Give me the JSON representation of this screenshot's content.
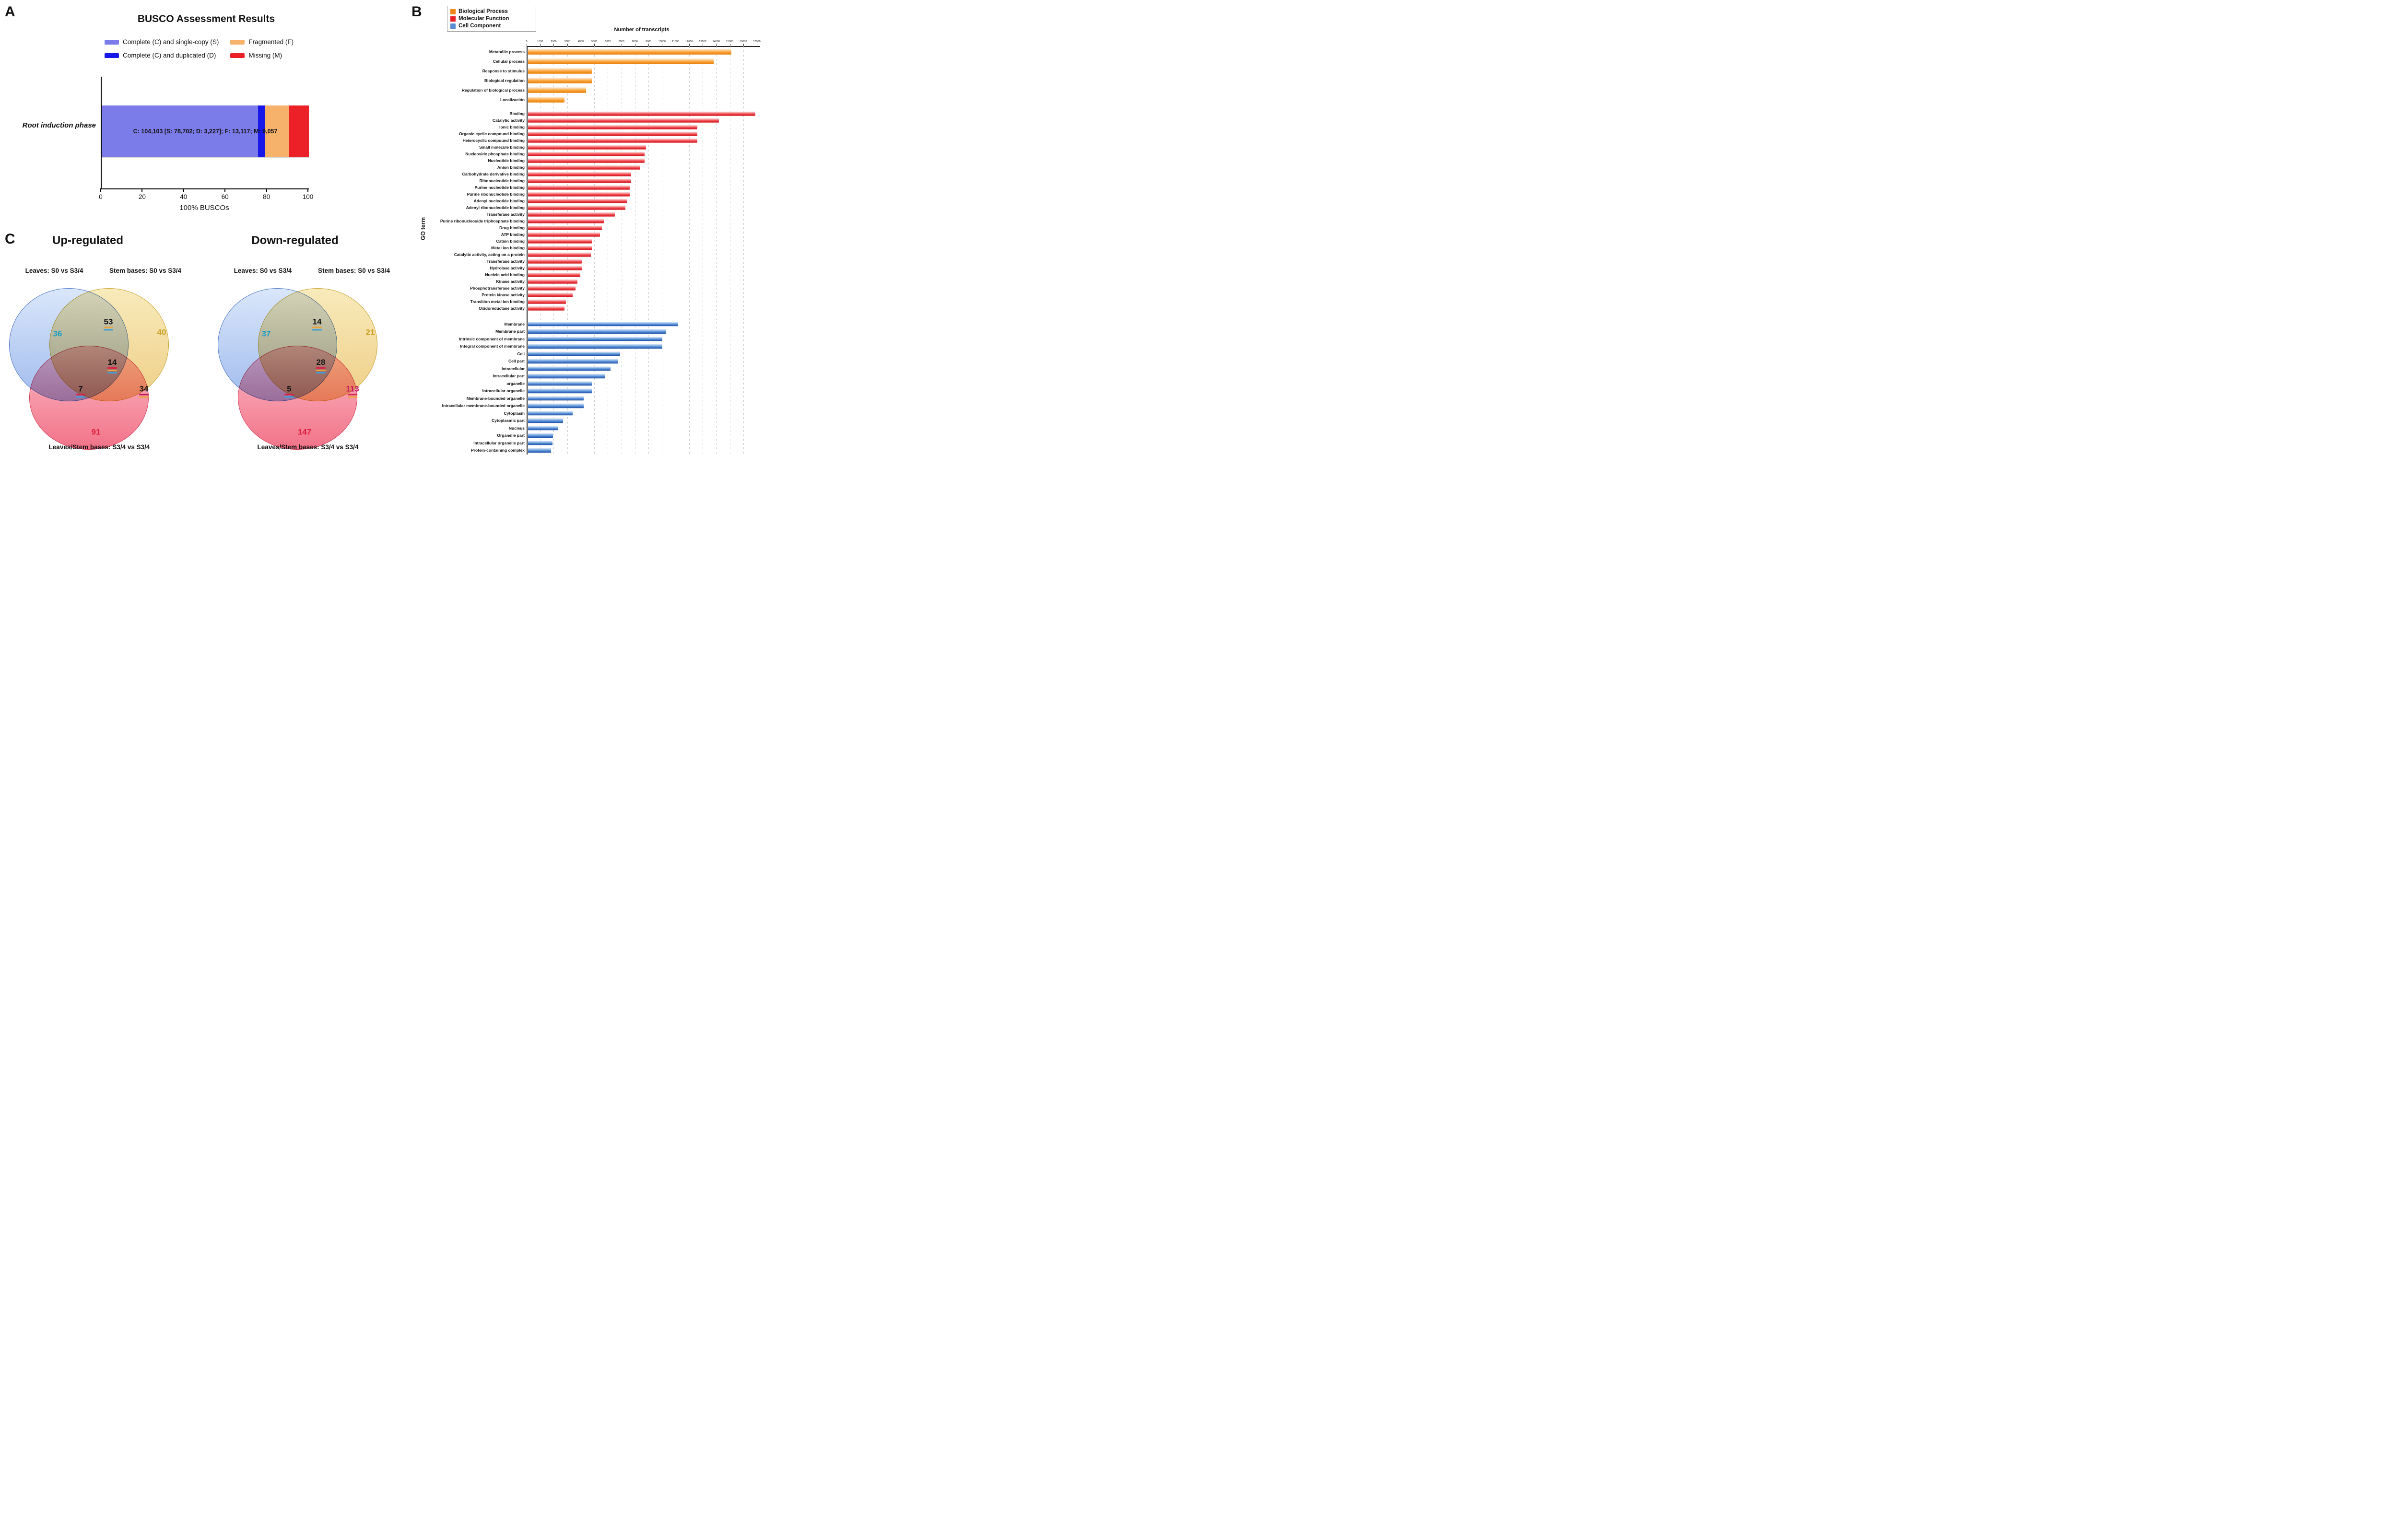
{
  "panels": {
    "a_label": "A",
    "b_label": "B",
    "c_label": "C"
  },
  "chart_data": [
    {
      "type": "bar",
      "id": "busco",
      "orientation": "horizontal",
      "stacked": true,
      "title": "BUSCO Assessment Results",
      "legend": [
        {
          "label": "Complete (C) and single-copy (S)",
          "color": "#7b7ce9"
        },
        {
          "label": "Complete (C) and duplicated (D)",
          "color": "#1717e8"
        },
        {
          "label": "Fragmented (F)",
          "color": "#f6b26b"
        },
        {
          "label": "Missing (M)",
          "color": "#ec2027"
        }
      ],
      "categories": [
        "Root induction phase"
      ],
      "segments": [
        {
          "name": "Complete (C) and single-copy (S)",
          "pct": 75.5,
          "color": "#7b7ce9"
        },
        {
          "name": "Complete (C) and duplicated (D)",
          "pct": 3.2,
          "color": "#1717e8"
        },
        {
          "name": "Fragmented (F)",
          "pct": 11.7,
          "color": "#f6b26b"
        },
        {
          "name": "Missing (M)",
          "pct": 9.6,
          "color": "#ec2027"
        }
      ],
      "counts": {
        "C": "104,103",
        "S": "78,702",
        "D": "3,227",
        "F": "13,117",
        "M": "9,057"
      },
      "bar_annotation": "C: 104,103 [S: 78,702; D: 3,227]; F: 13,117; M: 9,057",
      "xlabel": "100% BUSCOs",
      "xticks": [
        0,
        20,
        40,
        60,
        80,
        100
      ],
      "xlim": [
        0,
        100
      ]
    },
    {
      "type": "bar",
      "id": "go-terms",
      "orientation": "horizontal",
      "xlabel_top": "Number of transcripts",
      "ylabel": "GO term",
      "xlim": [
        0,
        17000
      ],
      "xticks": [
        "0",
        "1000",
        "2000",
        "3000",
        "4000",
        "5000",
        "6000",
        "7000",
        "8000",
        "9000",
        "10000",
        "11000",
        "12000",
        "13000",
        "14000",
        "15000",
        "16000",
        "17000"
      ],
      "grid": "dashed-vertical",
      "legend_position": "top-left",
      "groups": [
        {
          "name": "Biological Process",
          "color": "#f08519",
          "bar_gradient": [
            "#fdf2e0",
            "#f9a33c",
            "#e87e04"
          ],
          "items": [
            {
              "label": "Metabólic process",
              "value": 15000
            },
            {
              "label": "Cellular process",
              "value": 13700
            },
            {
              "label": "Response to stimulus",
              "value": 4700
            },
            {
              "label": "Biological regulation",
              "value": 4700
            },
            {
              "label": "Regulation of biological process",
              "value": 4300
            },
            {
              "label": "Localización",
              "value": 2700
            }
          ]
        },
        {
          "name": "Molecular Function",
          "color": "#e62129",
          "bar_gradient": [
            "#fde7e7",
            "#f04a50",
            "#ce0f16"
          ],
          "items": [
            {
              "label": "Binding",
              "value": 16800
            },
            {
              "label": "Catalytic activity",
              "value": 14100
            },
            {
              "label": "Ionic binding",
              "value": 12500
            },
            {
              "label": "Organic cyclic compound binding",
              "value": 12500
            },
            {
              "label": "Heterocyclic compound binding",
              "value": 12500
            },
            {
              "label": "Small molecule binding",
              "value": 8700
            },
            {
              "label": "Nucleoside phosphate binding",
              "value": 8600
            },
            {
              "label": "Nucleotide binding",
              "value": 8600
            },
            {
              "label": "Anion binding",
              "value": 8300
            },
            {
              "label": "Carbohydrate derivative binding",
              "value": 7600
            },
            {
              "label": "Ribonucleotide binding",
              "value": 7600
            },
            {
              "label": "Purine nucleotide binding",
              "value": 7500
            },
            {
              "label": "Purine ribonucleotide binding",
              "value": 7500
            },
            {
              "label": "Adenyl nucleotide binding",
              "value": 7300
            },
            {
              "label": "Adenyl ribonucleotide binding",
              "value": 7200
            },
            {
              "label": "Transferase activity",
              "value": 6400
            },
            {
              "label": "Purine ribonucleoside triphosphate binding",
              "value": 5600
            },
            {
              "label": "Drug binding",
              "value": 5450
            },
            {
              "label": "ATP binding",
              "value": 5300
            },
            {
              "label": "Cation binding",
              "value": 4700
            },
            {
              "label": "Metal ion binding",
              "value": 4700
            },
            {
              "label": "Catalytic activity, acting on a protein",
              "value": 4650
            },
            {
              "label": "Transferase activity",
              "value": 3950
            },
            {
              "label": "Hydrolase activity",
              "value": 3950
            },
            {
              "label": "Nucleic acid binding",
              "value": 3850
            },
            {
              "label": "Kinase activity",
              "value": 3650
            },
            {
              "label": "Phosphotransferase activity",
              "value": 3500
            },
            {
              "label": "Protein kinase activity",
              "value": 3300
            },
            {
              "label": "Transition metal ion binding",
              "value": 2800
            },
            {
              "label": "Oxidoreductase activity",
              "value": 2700
            }
          ]
        },
        {
          "name": "Cell Component",
          "color": "#5b8bd0",
          "bar_gradient": [
            "#eaf2fc",
            "#5b93d8",
            "#1f4fa8"
          ],
          "items": [
            {
              "label": "Membrane",
              "value": 11100
            },
            {
              "label": "Membrane part",
              "value": 10200
            },
            {
              "label": "Intrinsic component of membrane",
              "value": 9900
            },
            {
              "label": "Integral component of membrane",
              "value": 9900
            },
            {
              "label": "Cell",
              "value": 6800
            },
            {
              "label": "Cell part",
              "value": 6650
            },
            {
              "label": "Intracellular",
              "value": 6100
            },
            {
              "label": "Intracellular part",
              "value": 5700
            },
            {
              "label": "organelle",
              "value": 4700
            },
            {
              "label": "Intracellular organelle",
              "value": 4700
            },
            {
              "label": "Membrane-bounded organelle",
              "value": 4100
            },
            {
              "label": "Intracellular membrane-bounded organelle",
              "value": 4100
            },
            {
              "label": "Cytoplasm",
              "value": 3300
            },
            {
              "label": "Cytoplasmic part",
              "value": 2600
            },
            {
              "label": "Nucleus",
              "value": 2200
            },
            {
              "label": "Organelle part",
              "value": 1850
            },
            {
              "label": "Intracellular organelle part",
              "value": 1800
            },
            {
              "label": "Protein-containing complex",
              "value": 1700
            }
          ]
        }
      ]
    },
    {
      "type": "venn",
      "id": "venn-up",
      "title": "Up-regulated",
      "set_labels": {
        "left": "Leaves: S0 vs S3/4",
        "right": "Stem bases: S0 vs S3/4",
        "bottom": "Leaves/Stem bases: S3/4 vs S3/4"
      },
      "regions": {
        "set1_only": {
          "value": 36,
          "color": "#1a9bc4"
        },
        "set1_set2": {
          "value": 53,
          "color": "#111111",
          "marks": [
            "#e8a33d",
            "#3f9fd8"
          ]
        },
        "set2_only": {
          "value": 40,
          "color": "#c9a227"
        },
        "center": {
          "value": 14,
          "color": "#111111",
          "marks": [
            "#d6244a",
            "#e8a33d",
            "#3f9fd8"
          ]
        },
        "set1_set3": {
          "value": 7,
          "color": "#111111",
          "marks": [
            "#d6244a",
            "#3f9fd8"
          ]
        },
        "set2_set3": {
          "value": 34,
          "color": "#111111",
          "marks": [
            "#c2185b",
            "#e8a33d"
          ]
        },
        "set3_only": {
          "value": 91,
          "color": "#e01c3c"
        }
      }
    },
    {
      "type": "venn",
      "id": "venn-down",
      "title": "Down-regulated",
      "set_labels": {
        "left": "Leaves: S0 vs S3/4",
        "right": "Stem bases: S0 vs S3/4",
        "bottom": "Leaves/Stem bases: S3/4 vs S3/4"
      },
      "regions": {
        "set1_only": {
          "value": 37,
          "color": "#1a9bc4"
        },
        "set1_set2": {
          "value": 14,
          "color": "#111111",
          "marks": [
            "#e8a33d",
            "#3f9fd8"
          ]
        },
        "set2_only": {
          "value": 21,
          "color": "#c9a227"
        },
        "center": {
          "value": 28,
          "color": "#111111",
          "marks": [
            "#d6244a",
            "#e8a33d",
            "#3f9fd8"
          ]
        },
        "set1_set3": {
          "value": 5,
          "color": "#111111",
          "marks": [
            "#d6244a",
            "#3f9fd8"
          ]
        },
        "set2_set3": {
          "value": 113,
          "color": "#c2185b",
          "marks": [
            "#d6244a",
            "#e8a33d"
          ]
        },
        "set3_only": {
          "value": 147,
          "color": "#e01c3c"
        }
      }
    }
  ]
}
